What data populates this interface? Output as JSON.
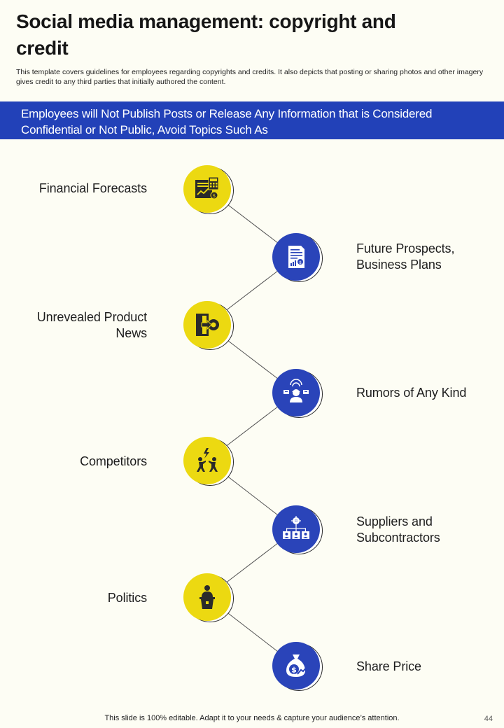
{
  "header": {
    "title": "Social media management: copyright and credit",
    "intro": "This template covers guidelines for employees regarding copyrights and credits. It also depicts that posting or sharing photos and other imagery gives credit to any third parties that initially authored the content."
  },
  "banner": {
    "text": "Employees will Not Publish Posts or Release Any Information that is Considered Confidential or Not Public, Avoid Topics Such As"
  },
  "items": [
    {
      "label": "Financial Forecasts",
      "icon": "calculator-chart-icon",
      "color": "#ecd911"
    },
    {
      "label": "Future Prospects, Business Plans",
      "icon": "financial-report-icon",
      "color": "#2a44b9"
    },
    {
      "label": "Unrevealed Product News",
      "icon": "door-exit-gear-icon",
      "color": "#ecd911"
    },
    {
      "label": "Rumors of Any Kind",
      "icon": "worker-speech-icon",
      "color": "#2a44b9"
    },
    {
      "label": "Competitors",
      "icon": "people-fighting-icon",
      "color": "#ecd911"
    },
    {
      "label": "Suppliers and Subcontractors",
      "icon": "org-chart-gear-icon",
      "color": "#2a44b9"
    },
    {
      "label": "Politics",
      "icon": "speaker-podium-icon",
      "color": "#ecd911"
    },
    {
      "label": "Share Price",
      "icon": "money-bag-icon",
      "color": "#2a44b9"
    }
  ],
  "footer": {
    "text": "This slide is 100% editable. Adapt it to your needs & capture your audience’s attention.",
    "page": "44"
  }
}
